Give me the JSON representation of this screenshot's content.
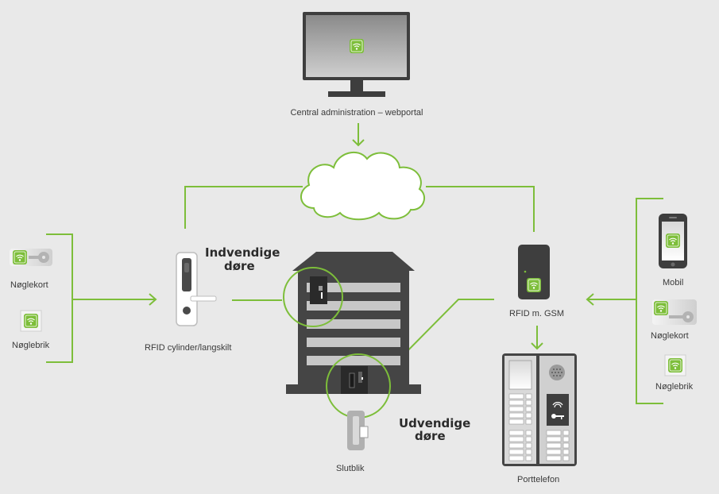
{
  "colors": {
    "accent": "#7dbe3a",
    "dark": "#454545",
    "background": "#e9e9e9"
  },
  "labels": {
    "central": "Central administration – webportal",
    "indvendige_1": "Indvendige",
    "indvendige_2": "døre",
    "udvendige_1": "Udvendige",
    "udvendige_2": "døre",
    "rfid_cylinder": "RFID cylinder/langskilt",
    "rfid_gsm": "RFID m. GSM",
    "slutblik": "Slutblik",
    "porttelefon": "Porttelefon",
    "noeglekort_left": "Nøglekort",
    "noeglebrik_left": "Nøglebrik",
    "mobil": "Mobil",
    "noeglekort_right": "Nøglekort",
    "noeglebrik_right": "Nøglebrik"
  },
  "icons": {
    "wifi_badge": "wifi-badge-icon",
    "cloud": "cloud-icon",
    "monitor": "monitor-icon",
    "key": "key-icon"
  }
}
